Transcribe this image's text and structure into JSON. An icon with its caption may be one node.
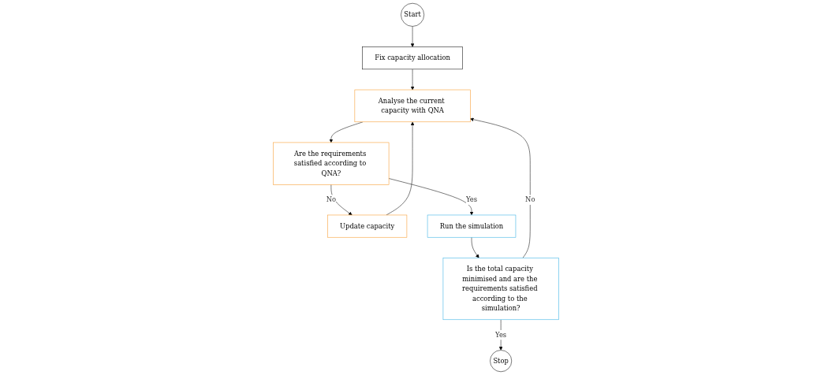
{
  "diagram": {
    "nodes": [
      {
        "text": [
          "Start"
        ]
      },
      {
        "text": [
          "Fix capacity allocation"
        ]
      },
      {
        "text": [
          "Analyse the current capacity with QNA"
        ]
      },
      {
        "text": [
          "Is the total capacity minimised and are the requirements satisfied according to the simulation?"
        ]
      },
      {
        "text": [
          "Update capacity"
        ]
      },
      {
        "text": [
          "Are the requirements satisfied according to QNA?"
        ]
      },
      {
        "text": [
          "Run the simulation"
        ]
      },
      {
        "text": [
          "Stop"
        ]
      }
    ],
    "edges": [
      {
        "from": 0,
        "to": 1,
        "arrow": "to"
      },
      {
        "from": 1,
        "to": 2,
        "arrow": "to"
      },
      {
        "from": 2,
        "to": 5,
        "arrow": "to"
      },
      {
        "from": 5,
        "to": 6,
        "label": "Yes",
        "arrow": "to"
      },
      {
        "from": 5,
        "to": 4,
        "label": "No",
        "arrow": "to"
      },
      {
        "from": 4,
        "to": 2,
        "arrow": "to"
      },
      {
        "from": 6,
        "to": 3,
        "arrow": "to"
      },
      {
        "from": 3,
        "to": 2,
        "label": "No",
        "arrow": "to"
      },
      {
        "from": 3,
        "to": 7,
        "label": "Yes",
        "arrow": "to"
      }
    ]
  }
}
